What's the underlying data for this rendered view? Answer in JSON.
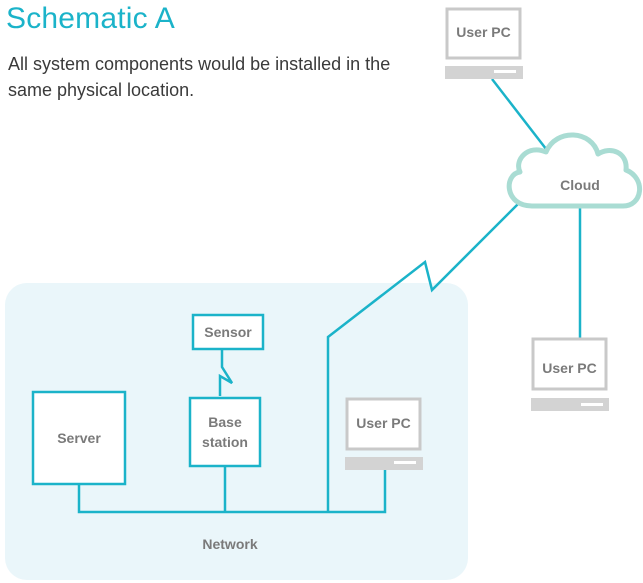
{
  "title": "Schematic A",
  "description": "All system components would be installed in the same physical location.",
  "nodes": {
    "server": "Server",
    "sensor": "Sensor",
    "base_station_line1": "Base",
    "base_station_line2": "station",
    "user_pc_top": "User PC",
    "user_pc_right": "User PC",
    "user_pc_local": "User PC",
    "cloud": "Cloud",
    "network": "Network"
  },
  "colors": {
    "accent": "#1bb3c9",
    "zone_fill": "#eaf6fa",
    "pc_gray": "#c9c9c9",
    "cloud_stroke": "#a9dcd3",
    "label": "#7a7a7a",
    "text": "#3a3a3a"
  }
}
